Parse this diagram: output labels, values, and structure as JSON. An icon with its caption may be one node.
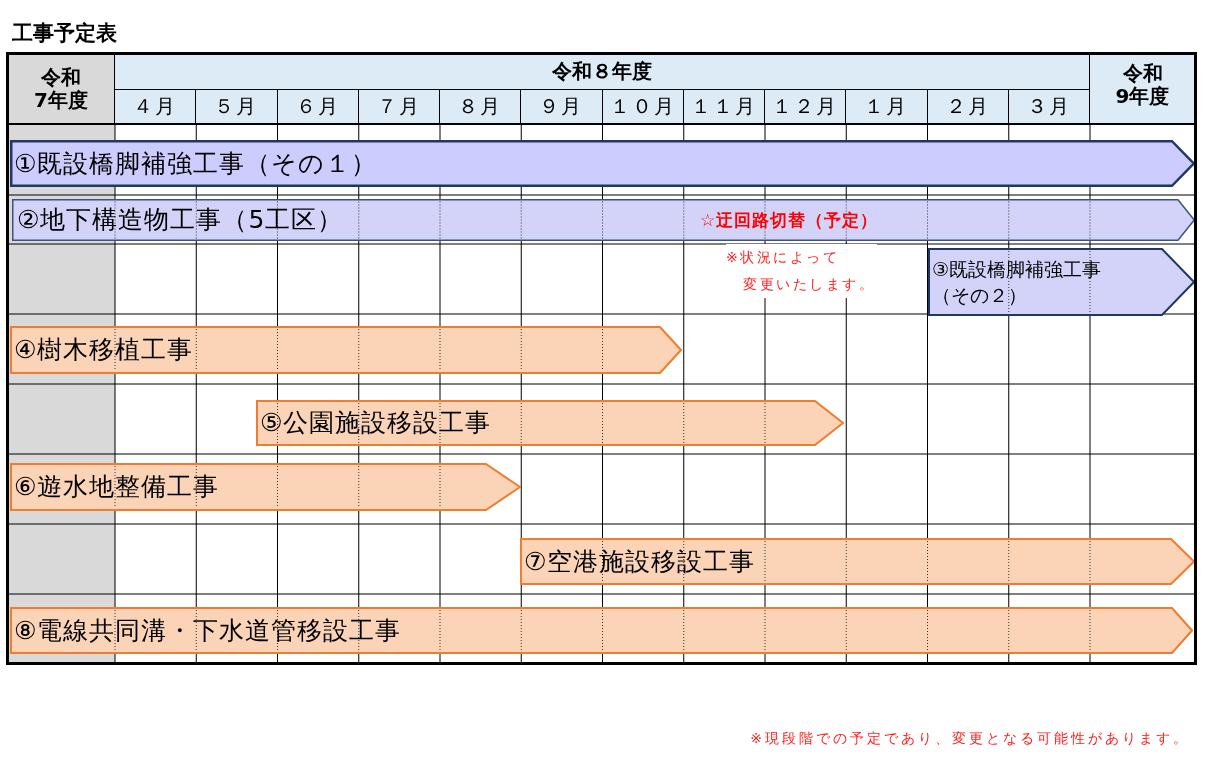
{
  "diagram": {
    "title": "工事予定表",
    "nodes": [
      {
        "text": [
          "①既設橋脚補強工事（その１）"
        ]
      },
      {
        "text": [
          "②地下構造物工事（5工区）",
          "☆迂回路切替（予定）"
        ],
        "beside": [
          "※状況によって変更いたします。"
        ]
      },
      {
        "text": [
          "③既設橋脚補強工事（その２）"
        ]
      },
      {
        "text": [
          "④樹木移植工事"
        ]
      },
      {
        "text": [
          "⑤公園施設移設工事"
        ]
      },
      {
        "text": [
          "⑥遊水地整備工事"
        ]
      },
      {
        "text": [
          "⑦空港施設移設工事"
        ]
      },
      {
        "text": [
          "⑧電線共同溝・下水道管移設工事"
        ]
      }
    ],
    "labels": [
      "令和7年度",
      "令和８年度",
      "令和9年度",
      "４月",
      "５月",
      "６月",
      "７月",
      "８月",
      "９月",
      "１０月",
      "１１月",
      "１２月",
      "１月",
      "２月",
      "３月",
      "※現段階での予定であり、変更となる可能性があります。"
    ]
  }
}
